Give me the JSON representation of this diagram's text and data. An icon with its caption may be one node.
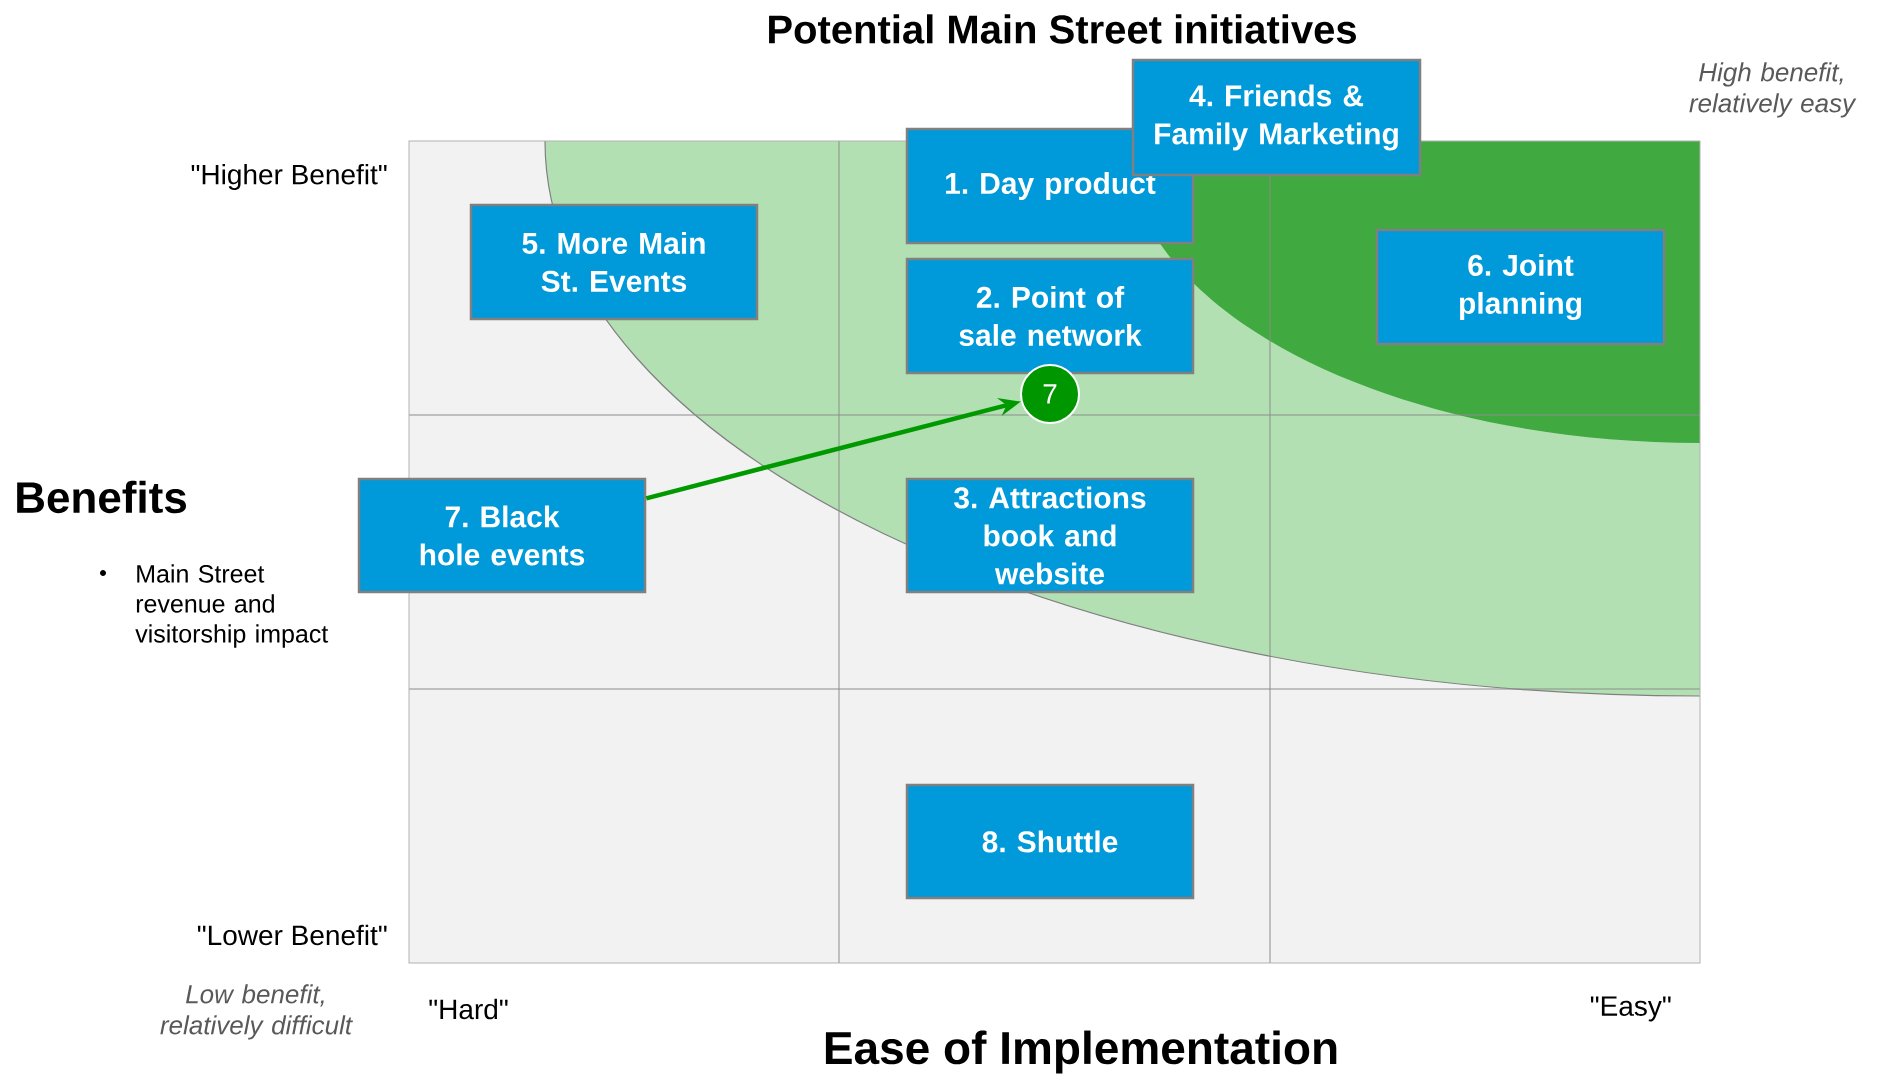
{
  "diagram": {
    "title": "Potential Main Street initiatives",
    "nodes": [
      {
        "text": [
          "4. Friends & Family Marketing"
        ]
      },
      {
        "text": [
          "1. Day product"
        ]
      },
      {
        "text": [
          "5. More Main St. Events"
        ]
      },
      {
        "text": [
          "6. Joint planning"
        ]
      },
      {
        "text": [
          "2. Point of sale network"
        ]
      },
      {
        "text": [
          "7"
        ]
      },
      {
        "text": [
          "7. Black hole events"
        ]
      },
      {
        "text": [
          "3. Attractions book and website"
        ]
      },
      {
        "text": [
          "8. Shuttle"
        ]
      }
    ],
    "edges": [
      {
        "from": 6,
        "to": 5,
        "arrow": "to",
        "color": "#009900"
      }
    ],
    "labels": [
      "High benefit, relatively easy",
      "\"Higher Benefit\"",
      "Benefits",
      "Main Street revenue and visitorship impact",
      "\"Lower Benefit\"",
      "Low benefit, relatively difficult",
      "\"Hard\"",
      "\"Easy\"",
      "Ease of Implementation"
    ]
  }
}
